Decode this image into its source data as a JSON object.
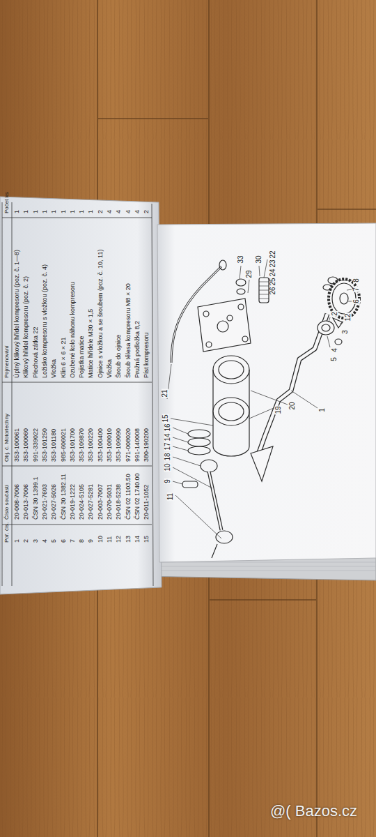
{
  "diagram": {
    "labels": [
      "Poř. čís.",
      "Číslo součásti",
      "Obj. č. Motorlechny",
      "Pojmenování",
      "Počet ks",
      "1",
      "20-008-7006",
      "353-100061",
      "Úplný klikový hřídel kompresoru (poz. č. 1—8)",
      "1",
      "2",
      "20-013-7006",
      "353-100060",
      "Klikový hřídel kompresoru (poz. č. 2)",
      "1",
      "3",
      "ČSN 30 1399.1",
      "991-339022",
      "Plechová zátka 22",
      "1",
      "4",
      "20-021-7603",
      "353-101250",
      "Ložisko kompresoru s vložkou (poz. č. 4)",
      "1",
      "5",
      "20-027-5026",
      "353-101180",
      "Vložka",
      "1",
      "6",
      "ČSN 30 1382.11",
      "985-606021",
      "Klín 6 × 6 × 21",
      "1",
      "7",
      "20-019-1222",
      "353-101700",
      "Ozubené kolo náhonu kompresoru",
      "1",
      "8",
      "20-024-5105",
      "353-109870",
      "Pojistka matice",
      "1",
      "9",
      "20-027-5281",
      "353-100220",
      "Matice hřídele M30 × 1,5",
      "1",
      "10",
      "20-003-7007",
      "353-100400",
      "Ojnice s vložkou a se šroubem (poz. č. 10, 11)",
      "2",
      "11",
      "20-070-5031",
      "353-108010",
      "Vložka",
      "4",
      "12",
      "20-018-5238",
      "353-109090",
      "Šroub do ojnice",
      "4",
      "13",
      "ČSN 02 1103.50",
      "971-008020",
      "Šroub tělesa kompresoru M8 × 20",
      "4",
      "14",
      "ČSN 02 1740.00",
      "991-140008",
      "Pružná podložka 8,2",
      "4",
      "15",
      "20-011-1052",
      "380-190200",
      "Píst kompresoru",
      "2",
      "33",
      "30",
      "22",
      "23",
      "24",
      "25",
      "26",
      "29",
      "8",
      "7",
      "6",
      "12",
      "2",
      "4",
      "3",
      "5",
      "1",
      "20",
      "19",
      "21",
      "15",
      "16",
      "14",
      "17",
      "18",
      "10",
      "9",
      "11",
      "@( Bazos.cz"
    ]
  }
}
